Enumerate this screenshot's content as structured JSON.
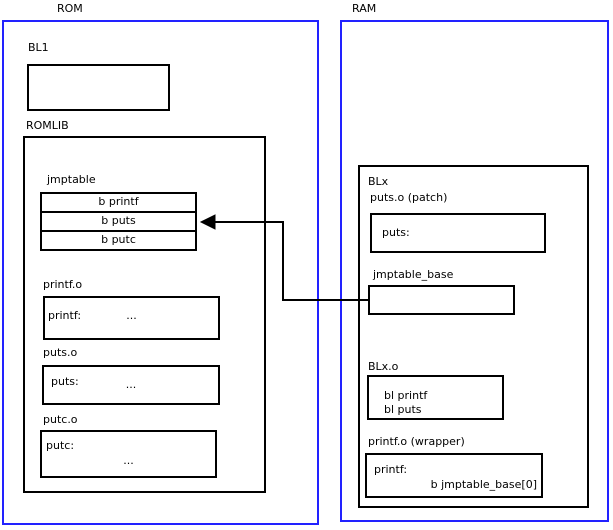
{
  "colors": {
    "frame_blue": "#2222ff",
    "line_black": "#000000"
  },
  "rom": {
    "title": "ROM",
    "bl1_label": "BL1",
    "romlib_label": "ROMLIB",
    "jmptable": {
      "label": "jmptable",
      "entries": [
        "b printf",
        "b puts",
        "b putc"
      ]
    },
    "objects": [
      {
        "label": "printf.o",
        "symbol": "printf:",
        "body": "..."
      },
      {
        "label": "puts.o",
        "symbol": "puts:",
        "body": "..."
      },
      {
        "label": "putc.o",
        "symbol": "putc:",
        "body": "..."
      }
    ]
  },
  "ram": {
    "title": "RAM",
    "blx_label": "BLx",
    "puts_patch": {
      "label": "puts.o (patch)",
      "symbol": "puts:"
    },
    "jmptable_base_label": "jmptable_base",
    "blxo": {
      "label": "BLx.o",
      "lines": [
        "bl printf",
        "bl puts"
      ]
    },
    "printf_wrapper": {
      "label": "printf.o (wrapper)",
      "symbol": "printf:",
      "body": "b jmptable_base[0]"
    }
  }
}
